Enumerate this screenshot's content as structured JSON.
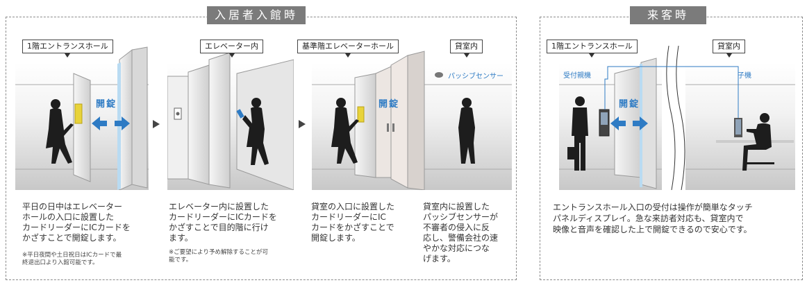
{
  "resident": {
    "title": "入居者入館時",
    "labels": {
      "entrance_hall": "1階エントランスホール",
      "elevator": "エレベーター内",
      "floor_hall": "基準階エレベーターホール",
      "room": "貸室内"
    },
    "unlock": "開錠",
    "passive_sensor": "パッシブセンサー",
    "desc1": [
      "平日の日中はエレベーター",
      "ホールの入口に設置した",
      "カードリーダーにICカードを",
      "かざすことで開錠します。"
    ],
    "note1": [
      "※平日夜間や土日祝日はICカードで最",
      "終退出口より入館可能です。"
    ],
    "desc2": [
      "エレベーター内に設置した",
      "カードリーダーにICカードを",
      "かざすことで目的階に行け",
      "ます。"
    ],
    "note2": [
      "※ご要望により予め解除することが可",
      "能です。"
    ],
    "desc3": [
      "貸室の入口に設置した",
      "カードリーダーにIC",
      "カードをかざすことで",
      "開錠します。"
    ],
    "desc4": [
      "貸室内に設置した",
      "パッシブセンサーが",
      "不審者の侵入に反",
      "応し、警備会社の速",
      "やかな対応につな",
      "げます。"
    ]
  },
  "visitor": {
    "title": "来客時",
    "labels": {
      "entrance_hall": "1階エントランスホール",
      "room": "貸室内"
    },
    "parent_unit": "受付親機",
    "child_unit": "子機",
    "unlock": "開錠",
    "desc": [
      "エントランスホール入口の受付は操作が簡単なタッチ",
      "パネルディスプレイ。急な来訪者対応も、貸室内で",
      "映像と音声を確認した上で開錠できるので安心です。"
    ]
  },
  "colors": {
    "accent": "#2e7bc4",
    "title_bg": "#7b7b7b"
  }
}
